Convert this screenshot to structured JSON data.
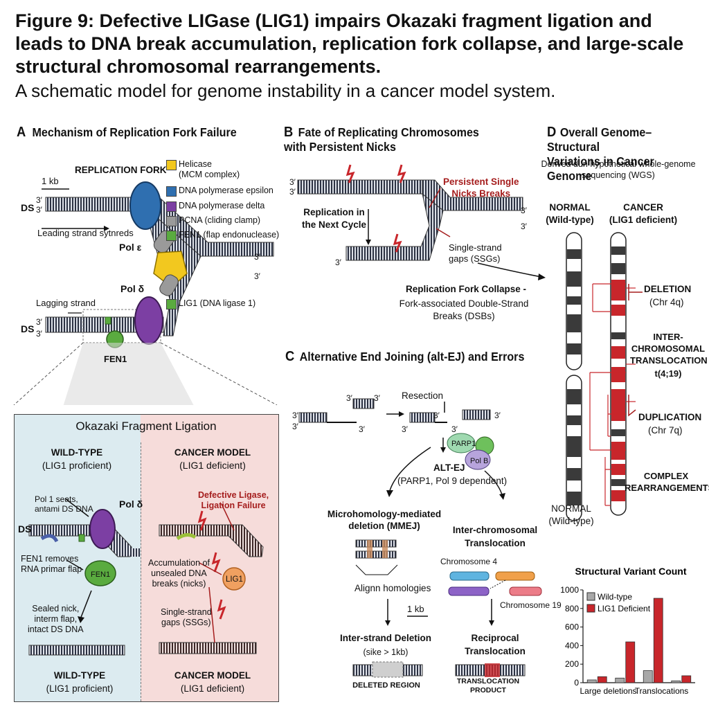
{
  "title": "Figure 9: Defective LIGase (LIG1) impairs Okazaki fragment ligation and leads to DNA break accumulation, replication fork collapse, and large-scale structural chromosomal rearrangements.",
  "subtitle": "A schematic model for genome instability in a cancer model system.",
  "panelA": {
    "letter": "A",
    "title": "Mechanism of Replication Fork Failure",
    "fork_label": "REPLICATION FORK",
    "scale": "1 kb",
    "ds": "DS",
    "prime": "3′",
    "leading": "Leading strand sytnreds",
    "lagging": "Lagging strand",
    "pol_e": "Pol ε",
    "pol_d": "Pol δ",
    "fen1": "FEN1",
    "legend": [
      {
        "label": "Helicase\n(MCM complex)",
        "color": "#f2c81f"
      },
      {
        "label": "DNA polymerase epsilon",
        "color": "#2f6fb0"
      },
      {
        "label": "DNA polymerase delta",
        "color": "#7c3fa3"
      },
      {
        "label": "PCNA (cliding clamp)",
        "color": "#9a9a9a"
      },
      {
        "label": "FEN1 (flap endonuclease)",
        "color": "#5aab3f"
      },
      {
        "label": "LIG1 (DNA ligase 1)",
        "color": "#5aab3f"
      }
    ]
  },
  "okazaki": {
    "title": "Okazaki Fragment Ligation",
    "wt_head": "WILD-TYPE",
    "wt_sub": "(LIG1 proficient)",
    "cm_head": "CANCER MODEL",
    "cm_sub": "(LIG1 deficient)",
    "pol1": "Pol 1 seats,\nantami DS DNA",
    "pol_d": "Pol δ",
    "ds": "DS",
    "fen1_removes": "FEN1 removes\nRNA primar flap",
    "fen1": "FEN1",
    "sealed": "Sealed nick,\ninterm flap,\nintact DS DNA",
    "defective": "Defective Ligase,\nLigation Failure",
    "accum": "Accumulation of\nunsealed DNA\nbreaks (nicks)",
    "ssg": "Single-strand\ngaps (SSGs)",
    "lig1": "LIG1",
    "wt_foot": "WILD-TYPE",
    "wt_foot_sub": "(LIG1 proficient)",
    "cm_foot": "CANCER MODEL",
    "cm_foot_sub": "(LIG1 deficient)"
  },
  "panelB": {
    "letter": "B",
    "title": "Fate of Replicating Chromosomes\nwith Persistent Nicks",
    "persistent": "Persistent Single\nNicks Breaks",
    "replication": "Replication in\nthe Next Cycle",
    "ssg": "Single-strand\ngaps (SSGs)",
    "collapse": "Replication Fork Collapse -",
    "collapse_sub": "Fork-associated Double-Strand\nBreaks (DSBs)"
  },
  "panelC": {
    "letter": "C",
    "title": "Alternative End Joining (alt-EJ) and Errors",
    "resection": "Resection",
    "parp1": "PARP1",
    "polb": "Pol B",
    "altej": "ALT-EJ",
    "altej_sub": "(PARP1, Pol 9 dependent)",
    "mmej": "Microhomology-mediated\ndeletion (MMEJ)",
    "align": "Alignn homologies",
    "scale": "1 kb",
    "interstrand": "Inter-strand Deletion",
    "interstrand_sub": "(sike > 1kb)",
    "deleted": "DELETED REGION",
    "interchrom": "Inter-chromosomal\nTranslocation",
    "chr4": "Chromosome 4",
    "chr19": "Chromosome 19",
    "reciprocal": "Reciprocal\nTranslocation",
    "product": "TRANSLOCATION\nPRODUCT"
  },
  "panelD": {
    "letter": "D",
    "title": "Overall Genome– Structural\nVariations in Cancer Genome",
    "subtitle": "Derived dun hypothetical whole-genome\nsequencing (WGS)",
    "normal_head": "NORMAL\n(Wild-type)",
    "cancer_head": "CANCER\n(LIG1 deficient)",
    "normal_foot": "NORMAL\n(Wild-type)",
    "deletion": "DELETION",
    "deletion_sub": "(Chr 4q)",
    "transloc": "INTER-\nCHROMOSOMAL\nTRANSLOCATION",
    "transloc_sub": "t(4;19)",
    "duplication": "DUPLICATION",
    "duplication_sub": "(Chr 7q)",
    "complex": "COMPLEX\nREARRANGEMENTS"
  },
  "chart_data": {
    "type": "bar",
    "title": "Structural Variant Count",
    "categories": [
      "Large deletions",
      "",
      "Translocations",
      ""
    ],
    "tick_labels": [
      "Large deletions",
      "Translocations"
    ],
    "series": [
      {
        "name": "Wild-type",
        "color": "#a8a8a8",
        "values": [
          30,
          50,
          130,
          20
        ]
      },
      {
        "name": "LIG1 Deficient",
        "color": "#c8262b",
        "values": [
          65,
          440,
          910,
          75
        ]
      }
    ],
    "ylim": [
      0,
      1000
    ],
    "yticks": [
      0,
      200,
      400,
      600,
      800,
      1000
    ],
    "legend": "top-left",
    "grid": false
  }
}
